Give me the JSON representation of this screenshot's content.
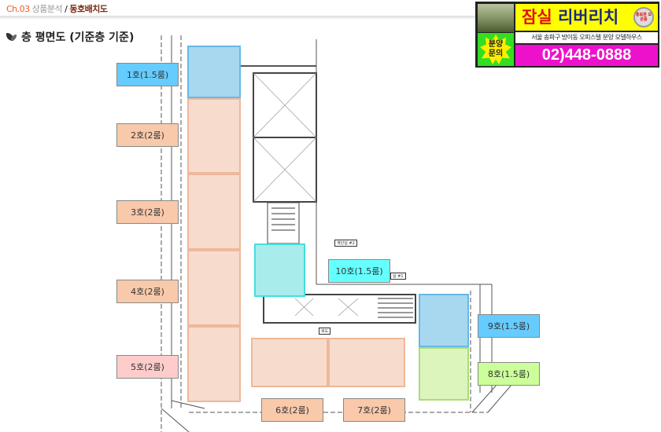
{
  "breadcrumb": {
    "chapter": "Ch.03",
    "section": "상품분석",
    "separator": "/",
    "current": "동호배치도"
  },
  "heading": "층 평면도 (기준층 기준)",
  "ad": {
    "title_red": "잠실",
    "title_blue": "리버리치",
    "badge": "홍보관 오픈중",
    "star_line1": "분양",
    "star_line2": "문의",
    "subtitle": "서울 송파구 방이동 오피스텔 분양 모델하우스",
    "phone": "02)448-0888"
  },
  "units": [
    {
      "id": "1",
      "label": "1호(1.5룸)",
      "color": "#66ccff"
    },
    {
      "id": "2",
      "label": "2호(2룸)",
      "color": "#f8c9aa"
    },
    {
      "id": "3",
      "label": "3호(2룸)",
      "color": "#f8c9aa"
    },
    {
      "id": "4",
      "label": "4호(2룸)",
      "color": "#f8c9aa"
    },
    {
      "id": "5",
      "label": "5호(2룸)",
      "color": "#ffcccc"
    },
    {
      "id": "6",
      "label": "6호(2룸)",
      "color": "#f8c9aa"
    },
    {
      "id": "7",
      "label": "7호(2룸)",
      "color": "#f8c9aa"
    },
    {
      "id": "8",
      "label": "8호(1.5룸)",
      "color": "#ccff99"
    },
    {
      "id": "9",
      "label": "9호(1.5룸)",
      "color": "#66ccff"
    },
    {
      "id": "10",
      "label": "10호(1.5룸)",
      "color": "#66ffff"
    }
  ],
  "plan_tags": {
    "stair2": "계단실 #2",
    "stair1": "실 #1",
    "corridor": "복도"
  }
}
